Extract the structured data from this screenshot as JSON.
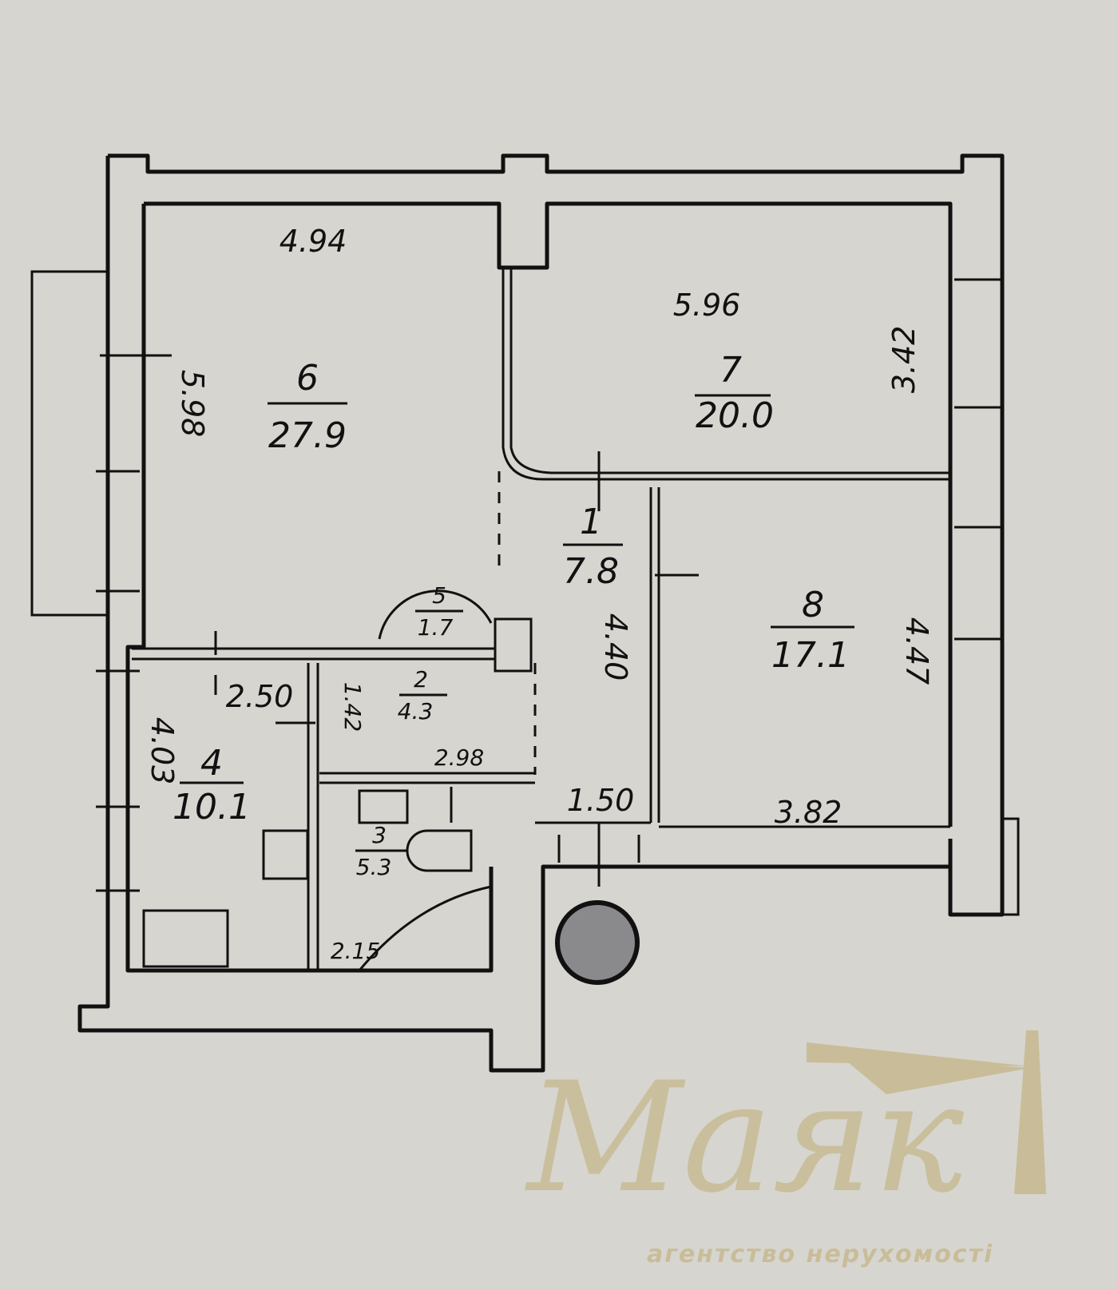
{
  "rooms": [
    {
      "number": "6",
      "area": "27.9",
      "dims": [
        "4.94",
        "5.98"
      ]
    },
    {
      "number": "7",
      "area": "20.0",
      "dims": [
        "5.96",
        "3.42"
      ]
    },
    {
      "number": "1",
      "area": "7.8",
      "dims": [
        "4.40",
        "1.50"
      ]
    },
    {
      "number": "8",
      "area": "17.1",
      "dims": [
        "4.47",
        "3.82"
      ]
    },
    {
      "number": "5",
      "area": "1.7",
      "dims": []
    },
    {
      "number": "2",
      "area": "4.3",
      "dims": [
        "1.42",
        "2.98"
      ]
    },
    {
      "number": "4",
      "area": "10.1",
      "dims": [
        "2.50",
        "4.03"
      ]
    },
    {
      "number": "3",
      "area": "5.3",
      "dims": [
        "2.15"
      ]
    }
  ],
  "watermark": {
    "brand": "Маяк",
    "tagline": "агентство нерухомості",
    "color": "#c8bd98"
  },
  "colors": {
    "background": "#d7d5cf",
    "lines": "#111111",
    "stair_marker": "#8a8a8c"
  }
}
